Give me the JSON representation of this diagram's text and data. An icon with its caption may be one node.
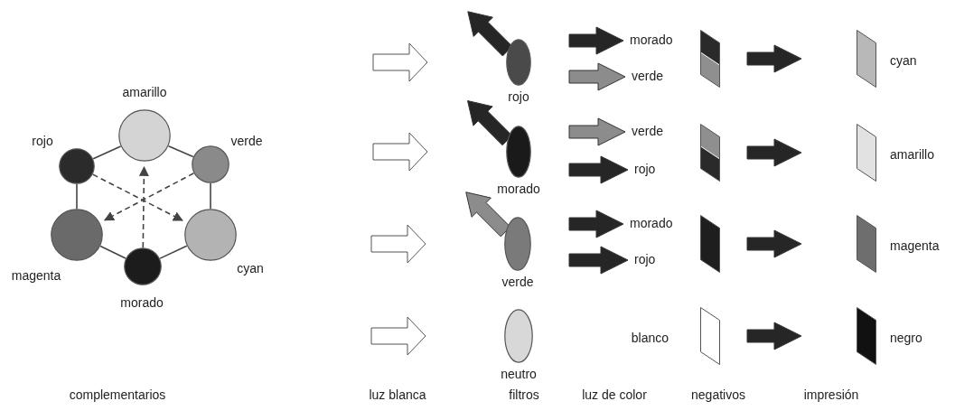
{
  "diagram": {
    "nodes": [
      {
        "text": [
          "amarillo"
        ]
      },
      {
        "text": [
          "rojo"
        ]
      },
      {
        "text": [
          "verde"
        ]
      },
      {
        "text": [
          "magenta"
        ]
      },
      {
        "text": [
          "cyan"
        ]
      },
      {
        "text": [
          "morado"
        ]
      },
      {
        "text": [
          "rojo"
        ]
      },
      {
        "text": [
          "morado"
        ]
      },
      {
        "text": [
          "verde"
        ]
      },
      {
        "text": [],
        "shape": "parallelogram"
      },
      {
        "text": [
          "cyan"
        ]
      },
      {
        "text": [
          "morado"
        ]
      },
      {
        "text": [
          "verde"
        ]
      },
      {
        "text": [
          "rojo"
        ]
      },
      {
        "text": [],
        "shape": "parallelogram"
      },
      {
        "text": [
          "amarillo"
        ]
      },
      {
        "text": [
          "verde"
        ]
      },
      {
        "text": [
          "morado"
        ]
      },
      {
        "text": [
          "rojo"
        ]
      },
      {
        "text": [],
        "shape": "parallelogram"
      },
      {
        "text": [
          "magenta"
        ]
      },
      {
        "text": [
          "neutro"
        ]
      },
      {
        "text": [],
        "shape": "parallelogram",
        "beside": [
          "blanco"
        ]
      },
      {
        "text": [
          "negro"
        ]
      }
    ],
    "edges": [
      {
        "from": 0,
        "to": 2,
        "arrow": "none"
      },
      {
        "from": 2,
        "to": 4,
        "arrow": "none"
      },
      {
        "from": 4,
        "to": 5,
        "arrow": "none"
      },
      {
        "from": 5,
        "to": 3,
        "arrow": "none"
      },
      {
        "from": 3,
        "to": 1,
        "arrow": "none"
      },
      {
        "from": 1,
        "to": 0,
        "arrow": "none"
      },
      {
        "from": 5,
        "to": 0,
        "arrow": "to",
        "style": "dashed"
      },
      {
        "from": 2,
        "to": 3,
        "arrow": "to",
        "style": "dashed"
      },
      {
        "from": 1,
        "to": 4,
        "arrow": "to",
        "style": "dashed"
      },
      {
        "from": 6,
        "to": null,
        "arrow": "to",
        "style": "thick"
      },
      {
        "from": 6,
        "to": 7,
        "arrow": "to",
        "style": "thick"
      },
      {
        "from": 6,
        "to": 8,
        "arrow": "to",
        "style": "thick",
        "color": "#8c8c8c"
      },
      {
        "from": 9,
        "to": 10,
        "arrow": "to",
        "style": "thick"
      },
      {
        "from": 11,
        "to": null,
        "arrow": "to",
        "style": "thick"
      },
      {
        "from": 11,
        "to": 12,
        "arrow": "to",
        "style": "thick",
        "color": "#8c8c8c"
      },
      {
        "from": 11,
        "to": 13,
        "arrow": "to",
        "style": "thick"
      },
      {
        "from": 14,
        "to": 15,
        "arrow": "to",
        "style": "thick"
      },
      {
        "from": 16,
        "to": null,
        "arrow": "to",
        "style": "thick",
        "color": "#8c8c8c"
      },
      {
        "from": 16,
        "to": 17,
        "arrow": "to",
        "style": "thick"
      },
      {
        "from": 16,
        "to": 18,
        "arrow": "to",
        "style": "thick"
      },
      {
        "from": 19,
        "to": 20,
        "arrow": "to",
        "style": "thick"
      },
      {
        "from": 22,
        "to": 23,
        "arrow": "to",
        "style": "thick"
      }
    ],
    "labels": [
      "complementarios",
      "luz blanca",
      "filtros",
      "luz de color",
      "negativos",
      "impresión"
    ]
  }
}
